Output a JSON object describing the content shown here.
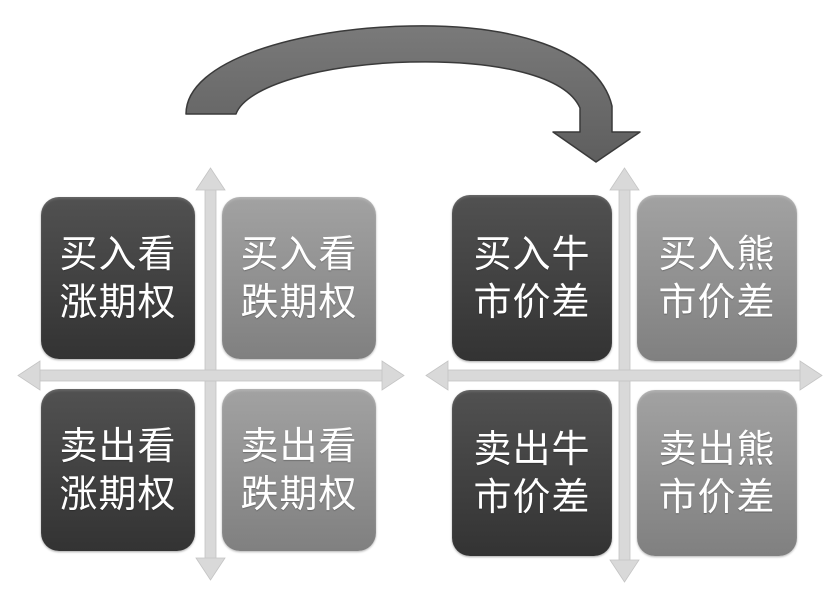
{
  "colors": {
    "dark_tile": "#3d3d3d",
    "mid_tile": "#8e8e8e",
    "axis": "#d9d9d9",
    "arrow": "#6e6e6e",
    "background": "#ffffff"
  },
  "curved_arrow": {
    "from": "left-quadrant",
    "to": "right-quadrant"
  },
  "left_quadrant": {
    "top_left": "买入看\n涨期权",
    "top_right": "买入看\n跌期权",
    "bottom_left": "卖出看\n涨期权",
    "bottom_right": "卖出看\n跌期权"
  },
  "right_quadrant": {
    "top_left": "买入牛\n市价差",
    "top_right": "买入熊\n市价差",
    "bottom_left": "卖出牛\n市价差",
    "bottom_right": "卖出熊\n市价差"
  }
}
